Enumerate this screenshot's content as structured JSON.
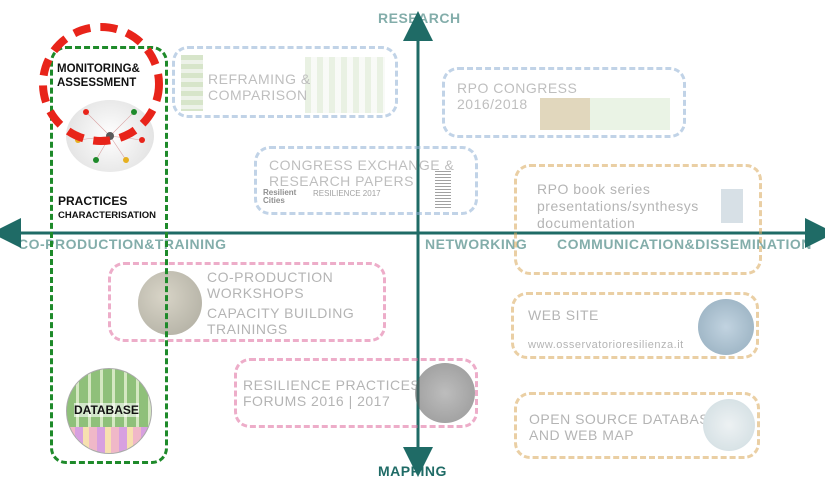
{
  "axes": {
    "top": "RESEARCH",
    "bottom": "MAPPING",
    "left": "CO-PRODUCTION&TRAINING",
    "center_right": "NETWORKING",
    "right": "COMMUNICATION&DISSEMINATION"
  },
  "colors": {
    "axis": "#1f6b66",
    "green": "#1e8a2a",
    "red": "#e8241a",
    "blue": "#8fb0d4",
    "pink": "#e06b9e",
    "orange": "#d9a85a"
  },
  "left_column": {
    "monitoring": "MONITORING&\nASSESSMENT",
    "practices": "PRACTICES",
    "characterisation": "CHARACTERISATION",
    "database": "DATABASE"
  },
  "boxes": {
    "reframing": "REFRAMING &\nCOMPARISON",
    "rpo_congress": "RPO CONGRESS\n2016/2018",
    "congress_exchange": "CONGRESS EXCHANGE &\nRESEARCH PAPERS",
    "resilient_cities": "Resilient\nCities",
    "resilience_2017": "RESILIENCE 2017",
    "book_series": "RPO book series\npresentations/synthesys\ndocumentation",
    "coproduction": "CO-PRODUCTION\nWORKSHOPS",
    "capacity": "CAPACITY BUILDING\nTRAININGS",
    "website_title": "WEB SITE",
    "website_url": "www.osservatorioresilienza.it",
    "forums": "RESILIENCE PRACTICES\nFORUMS 2016 | 2017",
    "opensource": "OPEN SOURCE DATABASE\nAND WEB MAP"
  }
}
